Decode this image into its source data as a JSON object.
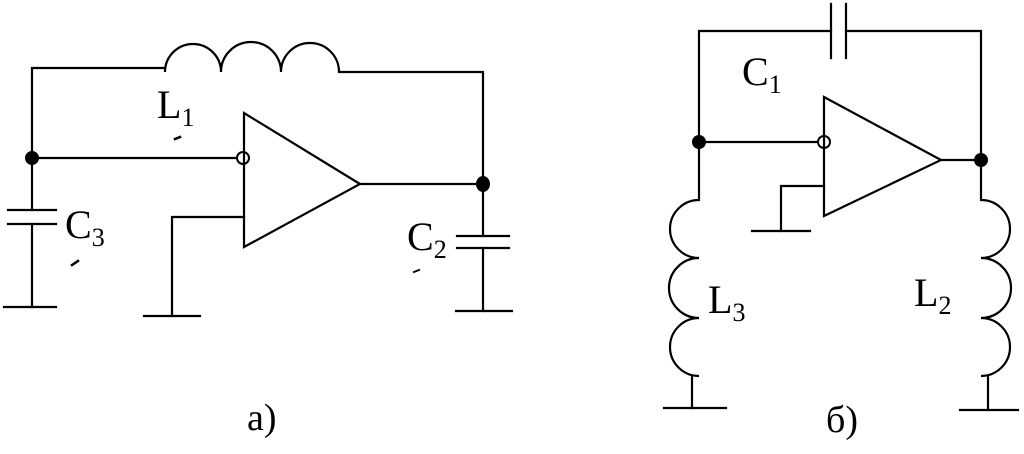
{
  "circuit_a": {
    "caption": "а)",
    "L1": {
      "letter": "L",
      "index": "1"
    },
    "C3": {
      "letter": "C",
      "index": "3"
    },
    "C2": {
      "letter": "C",
      "index": "2"
    }
  },
  "circuit_b": {
    "caption": "б)",
    "C1": {
      "letter": "C",
      "index": "1"
    },
    "L3": {
      "letter": "L",
      "index": "3"
    },
    "L2": {
      "letter": "L",
      "index": "2"
    }
  }
}
